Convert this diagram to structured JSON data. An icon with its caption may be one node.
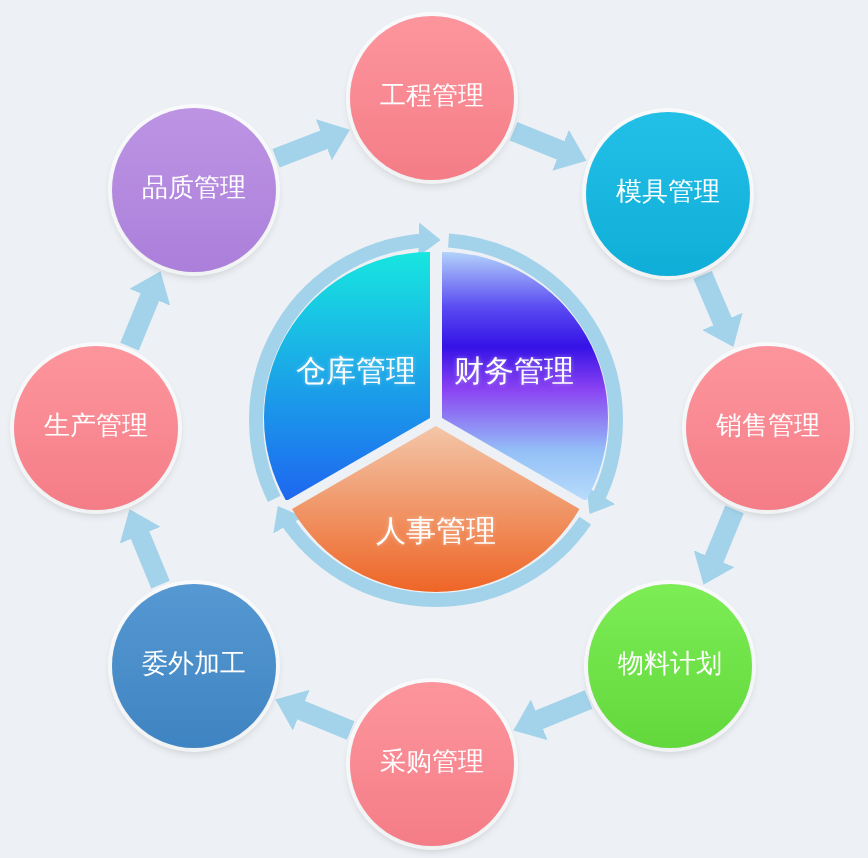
{
  "diagram": {
    "nodes": [
      {
        "text": [
          "工程管理"
        ]
      },
      {
        "text": [
          "品质管理"
        ]
      },
      {
        "text": [
          "模具管理"
        ]
      },
      {
        "text": [
          "仓库管理"
        ]
      },
      {
        "text": [
          "财务管理"
        ]
      },
      {
        "text": [
          "生产管理"
        ]
      },
      {
        "text": [
          "销售管理"
        ]
      },
      {
        "text": [
          "人事管理"
        ]
      },
      {
        "text": [
          "委外加工"
        ]
      },
      {
        "text": [
          "物料计划"
        ]
      },
      {
        "text": [
          "采购管理"
        ]
      }
    ],
    "edges": [
      {
        "from": 0,
        "to": 2,
        "arrow": "to"
      },
      {
        "from": 2,
        "to": 6,
        "arrow": "to"
      },
      {
        "from": 6,
        "to": 9,
        "arrow": "to"
      },
      {
        "from": 9,
        "to": 10,
        "arrow": "to"
      },
      {
        "from": 10,
        "to": 8,
        "arrow": "to"
      },
      {
        "from": 8,
        "to": 5,
        "arrow": "to"
      },
      {
        "from": 5,
        "to": 1,
        "arrow": "to"
      },
      {
        "from": 1,
        "to": 0,
        "arrow": "to"
      },
      {
        "from": 3,
        "to": 4,
        "arrow": "to"
      },
      {
        "from": 4,
        "to": 7,
        "arrow": "to"
      },
      {
        "from": 7,
        "to": 3,
        "arrow": "to"
      }
    ]
  }
}
